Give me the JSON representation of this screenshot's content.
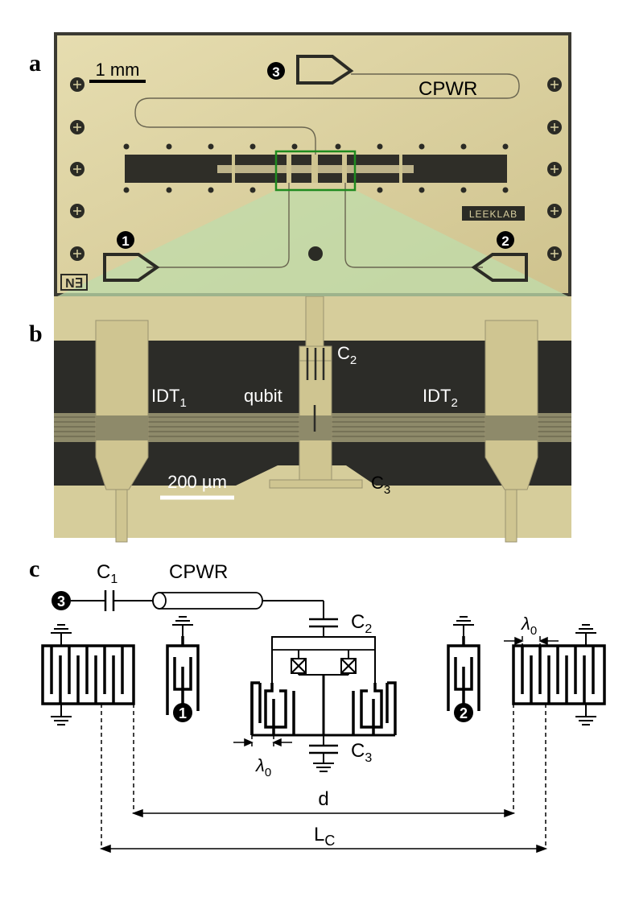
{
  "panels": {
    "a": "a",
    "b": "b",
    "c": "c"
  },
  "panel_a": {
    "scale_bar": "1 mm",
    "port_3": "3",
    "port_1": "1",
    "port_2": "2",
    "cpwr_label": "CPWR",
    "logo": "LEEKLAB",
    "corner_mark": "N∃"
  },
  "panel_b": {
    "idt1_main": "IDT",
    "idt1_sub": "1",
    "idt2_main": "IDT",
    "idt2_sub": "2",
    "qubit_label": "qubit",
    "c2_main": "C",
    "c2_sub": "2",
    "c3_main": "C",
    "c3_sub": "3",
    "scale_bar": "200 µm"
  },
  "panel_c": {
    "c1_main": "C",
    "c1_sub": "1",
    "cpwr_label": "CPWR",
    "c2_main": "C",
    "c2_sub": "2",
    "c3_main": "C",
    "c3_sub": "3",
    "port_3": "3",
    "port_1": "1",
    "port_2": "2",
    "lambda_main": "λ",
    "lambda_sub": "0",
    "d_label": "d",
    "lc_main": "L",
    "lc_sub": "C"
  },
  "colors": {
    "chip": "#ddd4a2",
    "dark_etch": "#2c2c28",
    "gold": "#cfc591",
    "zoom_box": "#1f8a1f",
    "zoom_fan": "#bfdcab"
  }
}
